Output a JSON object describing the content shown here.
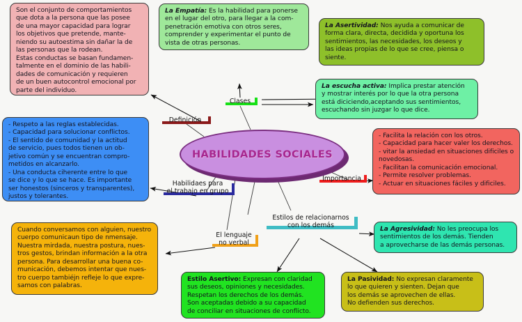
{
  "diagram": {
    "title": "HABILIDADES SOCIALES",
    "background": "#f7f7f5"
  },
  "center": {
    "label": "HABILIDADES SOCIALES",
    "fill": "#c98fe0",
    "stroke": "#7a2d80",
    "text_color": "#a6268f"
  },
  "chips": {
    "definicion": {
      "line1": "Definición",
      "accent": "#8b1a1a"
    },
    "clases": {
      "line1": "Clases",
      "accent": "#17e017"
    },
    "importancia": {
      "line1": "Importancia",
      "accent": "#ee1c1c"
    },
    "trabajo_grupo": {
      "line1": "Habilidaes para",
      "line2": "el trabajo en grupo",
      "accent": "#2b2b9e"
    },
    "lenguaje": {
      "line1": "El lenguaje",
      "line2": "no verbal",
      "accent": "#f0a018"
    },
    "estilos": {
      "line1": "Estilos de relacionarnos",
      "line2": "con los demás",
      "accent": "#3fbcc4"
    }
  },
  "boxes": {
    "definicion": {
      "fill": "#f1b2b4",
      "lead": "",
      "text": "Son el conjunto de comportamientos que dota a la persona que las posee de una mayor capacidad para lograr los objetivos que pretende, manteniendo su autoestima sin dañar la de las personas que la rodean. Estas conductas se basan fundamentalmente en el dominio de las habilidades de comunicación y requieren de un buen autocontrol emocional por parte del individuo.",
      "lines": [
        "Son el conjunto de comportamientos",
        "que dota a la persona que las posee",
        "de una mayor capacidad para lograr",
        "los objetivos que pretende, mante-",
        "niendo su autoestima sin dañar la de",
        "las personas que la rodean.",
        "Estas conductas se basan fundamen-",
        "talmente en el dominio de las habili-",
        "dades de comunicación y requieren",
        "de un buen autocontrol emocional por",
        "parte del individuo."
      ]
    },
    "empatia": {
      "fill": "#9fe89a",
      "lead": "La Empatía:",
      "lines": [
        " Es la habilidad para ponerse",
        "en el lugar del otro, para llegar a la com-",
        "penetración emotiva con otros seres,",
        "comprender y experimentar el punto de",
        "vista de otras personas."
      ]
    },
    "asertividad": {
      "fill": "#8ec02a",
      "lead": "La Asertividad:",
      "lines": [
        "  Nos ayuda a comunicar de",
        "forma clara, directa, decidida y oportuna los",
        "sentimientos, las necesidades, los deseos y",
        "las ideas propias de lo que se cree, piensa o",
        "siente."
      ]
    },
    "escucha_activa": {
      "fill": "#6ef0a5",
      "lead": "La escucha activa:",
      "lines": [
        "  Implica prestar atención",
        "y mostrar interés por lo que la otra persona",
        "está diciciendo,aceptando sus sentimientos,",
        "escuchando sin juzgar lo que dice."
      ]
    },
    "trabajo_grupo": {
      "fill": "#3d8ef5",
      "lead": "",
      "lines": [
        "- Respeto a las reglas establecidas.",
        "- Capacidad para solucionar conflictos.",
        "- El sentido de comunidad y la actitud",
        "de servicio, pues todos tienen un ob-",
        "jetivo común y se encuentran compro-",
        "metidos en alcanzarlo.",
        "- Una conducta ciherente entre lo que",
        "se dice y lo que se hace. Es importante",
        "ser honestos (sinceros y transparentes),",
        "justos y tolerantes."
      ]
    },
    "importancia": {
      "fill": "#f2655f",
      "lead": "",
      "lines": [
        "- Facilita la relación con los otros.",
        "- Capacidad para hacer valer los derechos.",
        "- vitar la ansiedad en situaciones dificiles o",
        "novedosas.",
        "- Facilitan la comunicación emocional.",
        "- Permite resolver problemas.",
        "- Actuar en situaciones fáciles y dificiles."
      ]
    },
    "lenguaje": {
      "fill": "#f5b30b",
      "lead": "",
      "lines": [
        "Cuando conversamos con alguien, nuestro",
        "cuerpo comunicaun tipo de nmensaje.",
        "Nuestra mirdada, nuestra postura, nues-",
        "tros gestos, brindan información a la otra",
        "persona. Para desarrollar una buena co-",
        "municación, debemos intentar que nues-",
        "tro cuerpo tambiéjn refleje lo que expre-",
        "samos con palabras."
      ]
    },
    "estilo_asertivo": {
      "fill": "#21e321",
      "lead": "Estilo Asertivo:",
      "lead_style": "plain",
      "lines": [
        " Expresan con claridad",
        "sus deseos, opiniones y necesidades.",
        "Respetan los derechos de los demás.",
        "Son aceptadas debido a su capacidad",
        "de conciliar en situaciones de conflicto."
      ]
    },
    "agresividad": {
      "fill": "#2fe5b0",
      "lead": "La Agresividad:",
      "lines": [
        "  No les preocupa los",
        "sentimientos de los demás. Tienden",
        "a aprovecharse de las demás personas."
      ]
    },
    "pasividad": {
      "fill": "#c8bf18",
      "lead": "La Pasividad:",
      "lead_style": "plain",
      "lines": [
        " No expresan claramente",
        "lo que quieren y sienten. Dejan que",
        "los demás se aprovechen de ellas.",
        "No defienden sus derechos."
      ]
    }
  }
}
